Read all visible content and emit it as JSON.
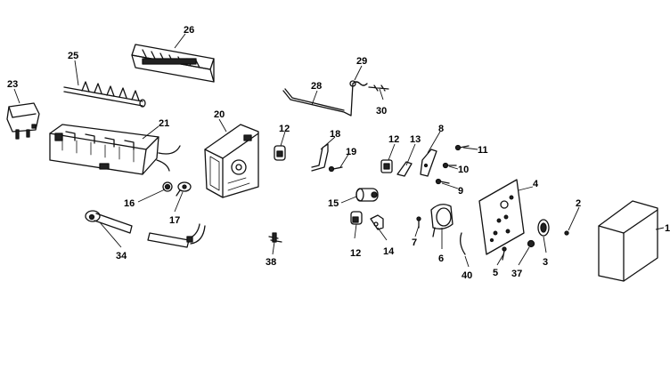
{
  "callouts": [
    {
      "id": "p1",
      "label": "1"
    },
    {
      "id": "p2",
      "label": "2"
    },
    {
      "id": "p3",
      "label": "3"
    },
    {
      "id": "p4",
      "label": "4"
    },
    {
      "id": "p5",
      "label": "5"
    },
    {
      "id": "p6",
      "label": "6"
    },
    {
      "id": "p7",
      "label": "7"
    },
    {
      "id": "p8",
      "label": "8"
    },
    {
      "id": "p9",
      "label": "9"
    },
    {
      "id": "p10",
      "label": "10"
    },
    {
      "id": "p11",
      "label": "11"
    },
    {
      "id": "p12a",
      "label": "12"
    },
    {
      "id": "p12b",
      "label": "12"
    },
    {
      "id": "p12c",
      "label": "12"
    },
    {
      "id": "p13",
      "label": "13"
    },
    {
      "id": "p14",
      "label": "14"
    },
    {
      "id": "p15",
      "label": "15"
    },
    {
      "id": "p16",
      "label": "16"
    },
    {
      "id": "p17",
      "label": "17"
    },
    {
      "id": "p18",
      "label": "18"
    },
    {
      "id": "p19",
      "label": "19"
    },
    {
      "id": "p20",
      "label": "20"
    },
    {
      "id": "p21",
      "label": "21"
    },
    {
      "id": "p23",
      "label": "23"
    },
    {
      "id": "p25",
      "label": "25"
    },
    {
      "id": "p26",
      "label": "26"
    },
    {
      "id": "p28",
      "label": "28"
    },
    {
      "id": "p29",
      "label": "29"
    },
    {
      "id": "p30",
      "label": "30"
    },
    {
      "id": "p34",
      "label": "34"
    },
    {
      "id": "p37",
      "label": "37"
    },
    {
      "id": "p38",
      "label": "38"
    },
    {
      "id": "p40",
      "label": "40"
    }
  ]
}
